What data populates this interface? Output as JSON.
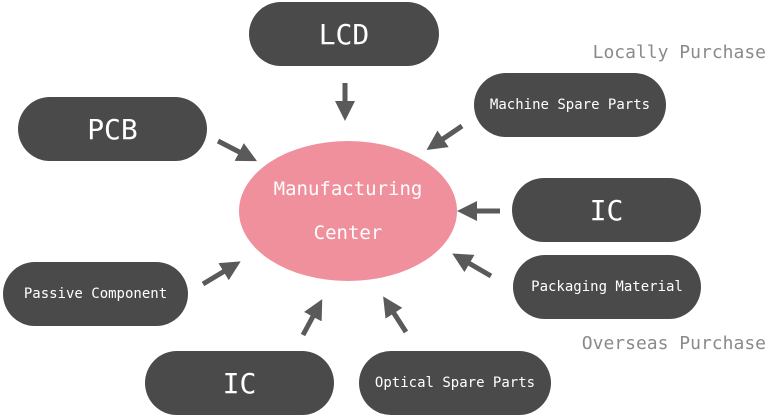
{
  "diagram": {
    "center": {
      "line1": "Manufacturing",
      "line2": "Center",
      "color": "#f0909c"
    },
    "nodes": {
      "lcd": "LCD",
      "pcb": "PCB",
      "machine_spare_parts": "Machine Spare Parts",
      "ic_right": "IC",
      "packaging_material": "Packaging Material",
      "passive_component": "Passive Component",
      "ic_bottom": "IC",
      "optical_spare_parts": "Optical Spare Parts"
    },
    "captions": {
      "locally_purchase": "Locally Purchase",
      "overseas_purchase": "Overseas Purchase"
    },
    "colors": {
      "node": "#4a4a4a",
      "arrow": "#5a5a5a",
      "caption": "#8a8a8a"
    }
  }
}
